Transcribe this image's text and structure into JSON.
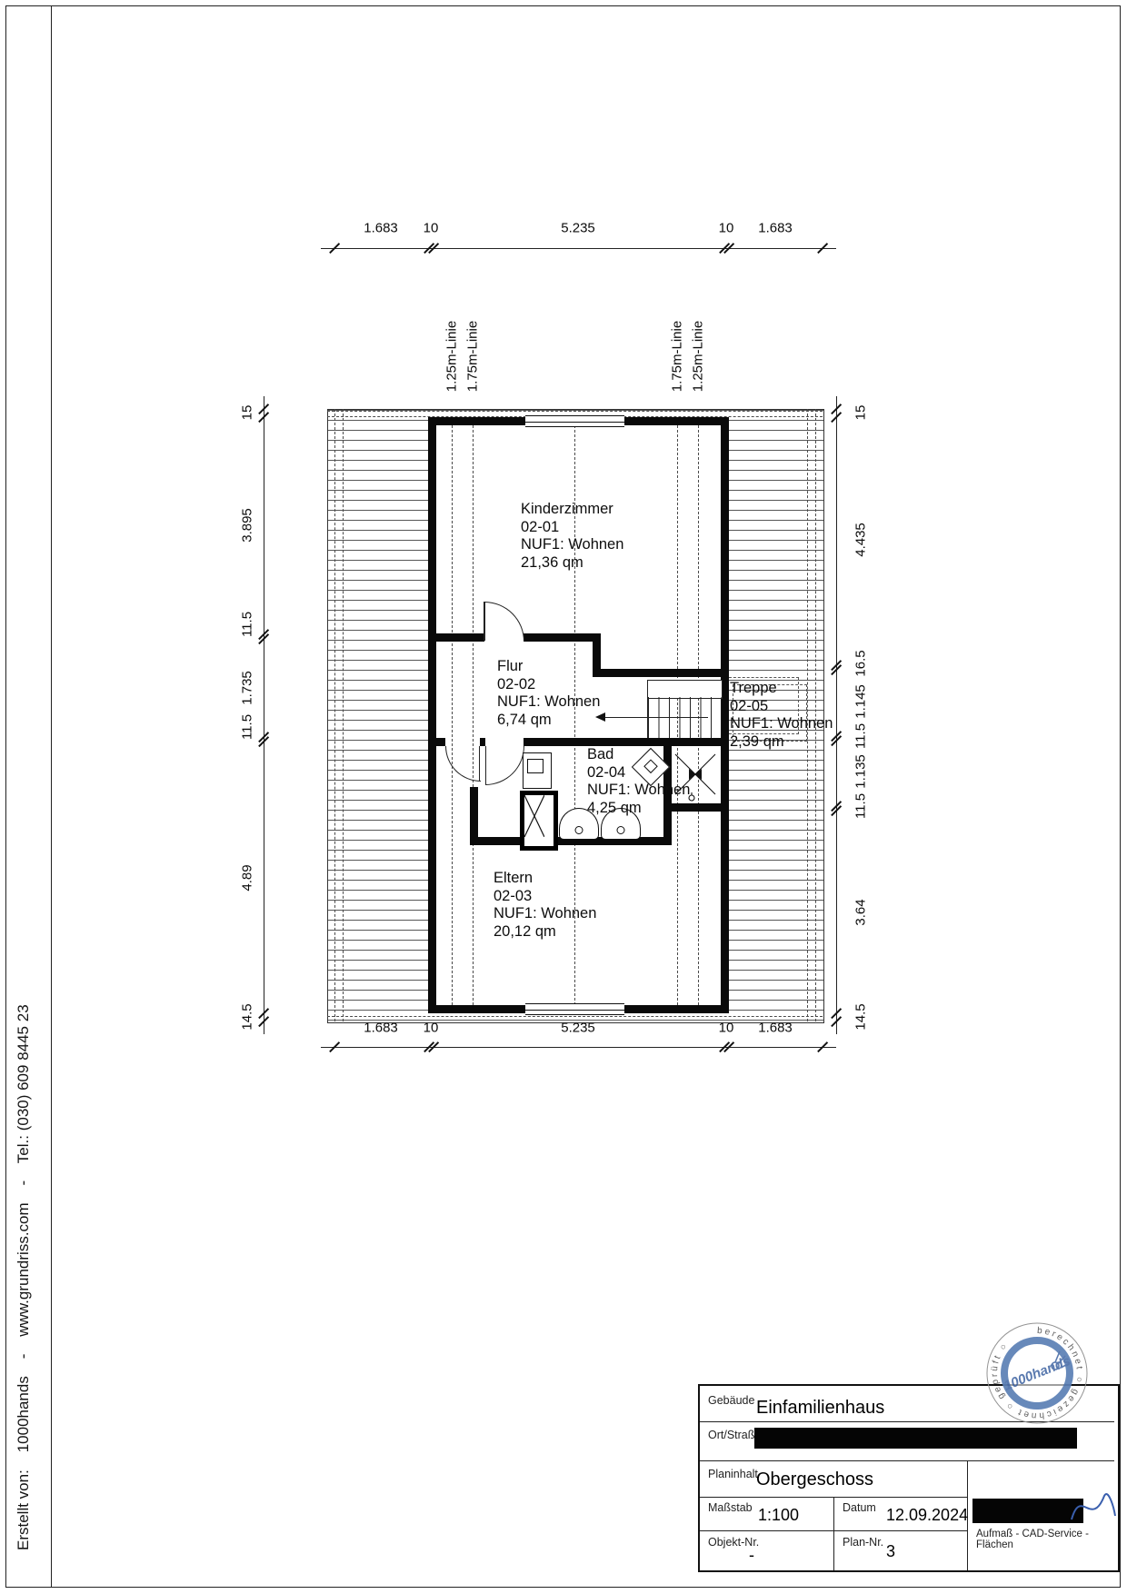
{
  "page": {
    "sidebar_text": "Erstellt von:    1000hands    -    www.grundriss.com    -    Tel.: (030) 609 8445 23"
  },
  "plan": {
    "line_labels": [
      "1.25m-Linie",
      "1.75m-Linie",
      "1.75m-Linie",
      "1.25m-Linie"
    ],
    "rooms": [
      {
        "name": "Kinderzimmer",
        "id": "02-01",
        "usage": "NUF1: Wohnen",
        "area": "21,36 qm"
      },
      {
        "name": "Flur",
        "id": "02-02",
        "usage": "NUF1: Wohnen",
        "area": "6,74 qm"
      },
      {
        "name": "Eltern",
        "id": "02-03",
        "usage": "NUF1: Wohnen",
        "area": "20,12 qm"
      },
      {
        "name": "Bad",
        "id": "02-04",
        "usage": "NUF1: Wohnen",
        "area": "4,25 qm"
      },
      {
        "name": "Treppe",
        "id": "02-05",
        "usage": "NUF1: Wohnen",
        "area": "2,39 qm"
      }
    ],
    "dims": {
      "top": [
        "1.683",
        "10",
        "5.235",
        "10",
        "1.683"
      ],
      "bottom": [
        "1.683",
        "10",
        "5.235",
        "10",
        "1.683"
      ],
      "left": [
        "15",
        "3.895",
        "11.5",
        "1.735",
        "11.5",
        "4.89",
        "14.5"
      ],
      "right": [
        "15",
        "4.435",
        "16.5",
        "1.145",
        "11.5",
        "1.135",
        "11.5",
        "3.64",
        "14.5"
      ]
    }
  },
  "title_block": {
    "fields": [
      {
        "label": "Gebäude",
        "value": "Einfamilienhaus"
      },
      {
        "label": "Ort/Straße",
        "value": ""
      },
      {
        "label": "Planinhalt",
        "value": "Obergeschoss"
      },
      {
        "label": "Maßstab",
        "value": "1:100"
      },
      {
        "label": "Datum",
        "value": "12.09.2024"
      },
      {
        "label": "Objekt-Nr.",
        "value": "-"
      },
      {
        "label": "Plan-Nr.",
        "value": "3"
      }
    ],
    "services_note": "Aufmaß - CAD-Service - Flächen"
  },
  "stamp": {
    "brand": "1000hands",
    "ring_text": "berechnet ○ gezeichnet ○ geprüft ○ ",
    "accent_blue": "#5b7fb5",
    "signature_blue": "#3a5fae",
    "redaction_color": "#050505"
  }
}
